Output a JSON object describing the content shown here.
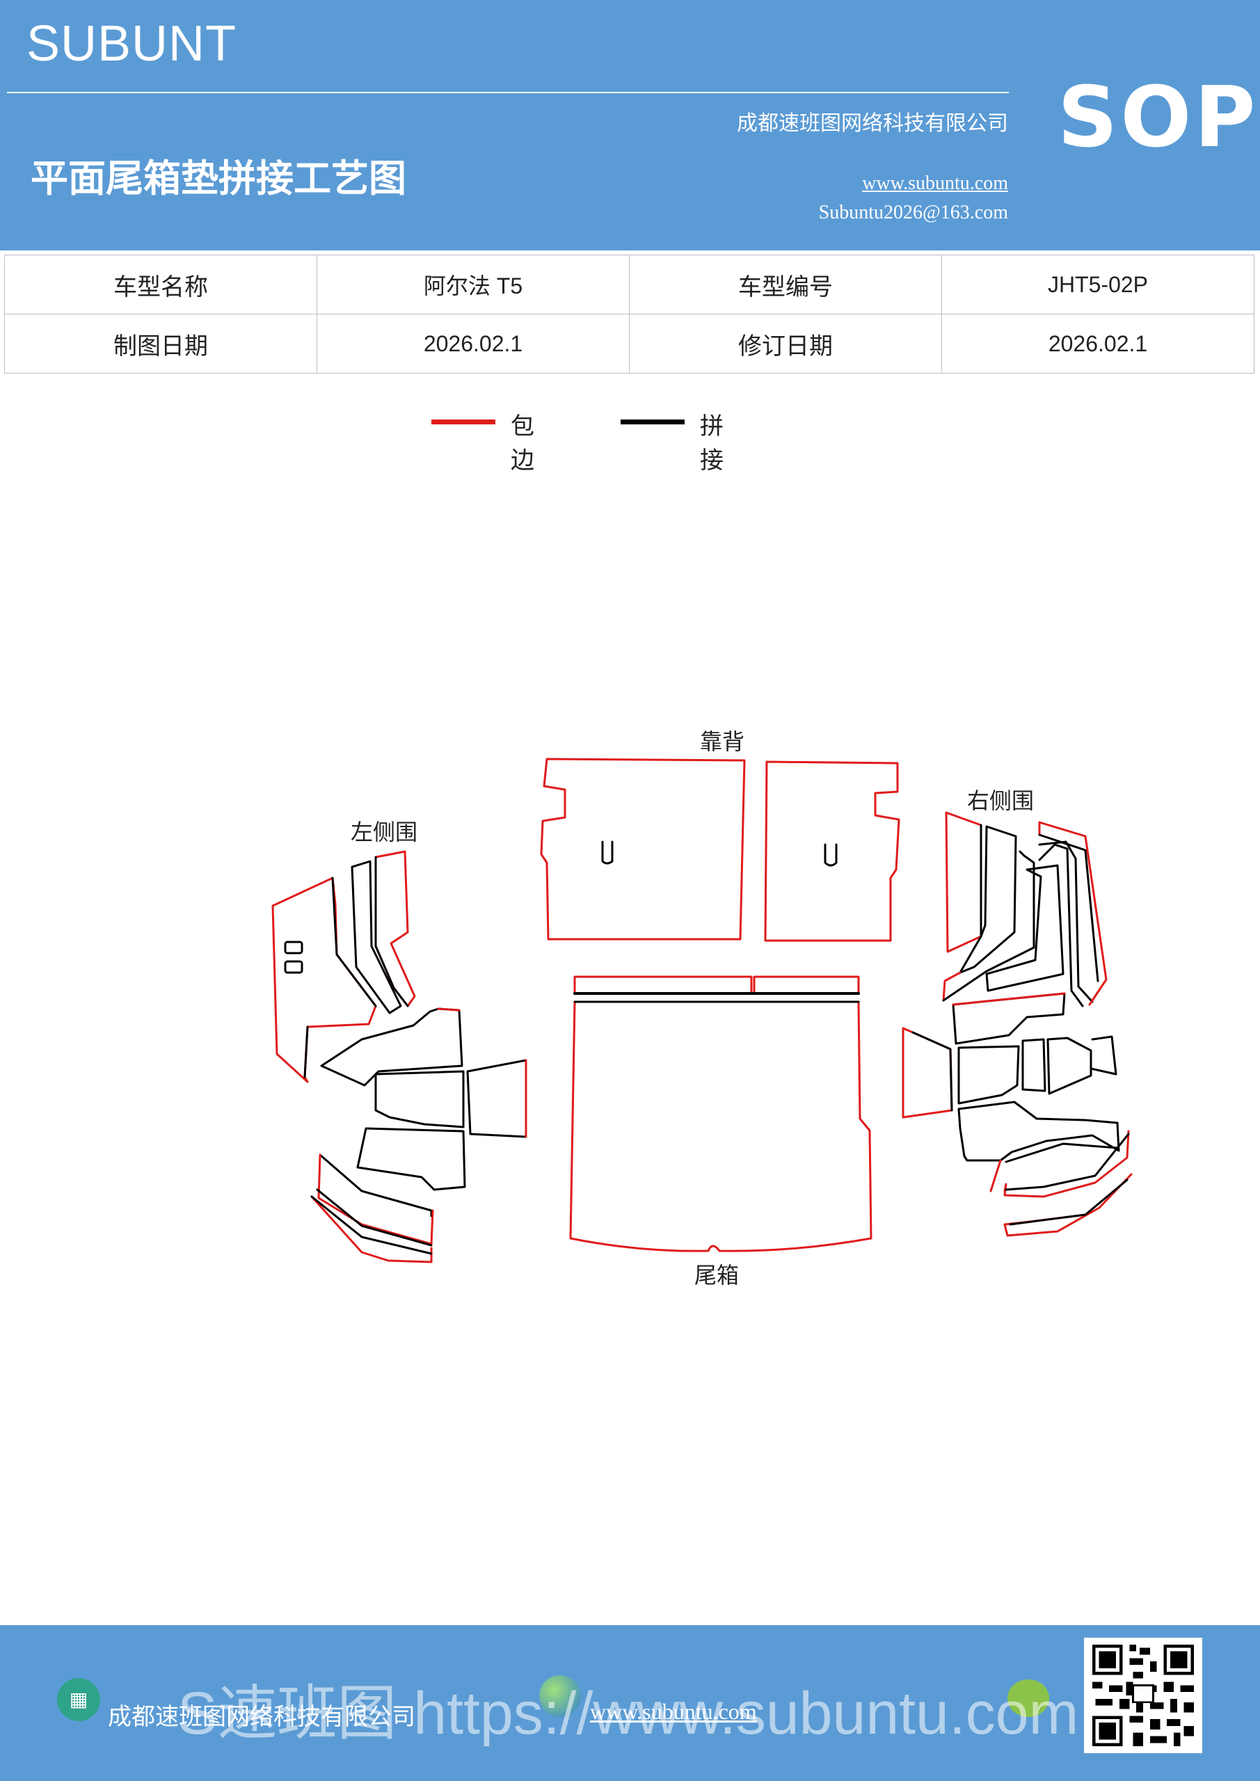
{
  "header": {
    "brand": "SUBUNT",
    "badge": "SOP",
    "title": "平面尾箱垫拼接工艺图",
    "company": "成都速班图网络科技有限公司",
    "website": "www.subuntu.com",
    "email": "Subuntu2026@163.com",
    "bg_color": "#5b9bd5"
  },
  "info_table": {
    "rows": [
      {
        "label1": "车型名称",
        "value1": "阿尔法 T5",
        "label2": "车型编号",
        "value2": "JHT5-02P"
      },
      {
        "label1": "制图日期",
        "value1": "2026.02.1",
        "label2": "修订日期",
        "value2": "2026.02.1"
      }
    ]
  },
  "legend": {
    "items": [
      {
        "label": "包边",
        "color": "#e01b1b"
      },
      {
        "label": "拼接",
        "color": "#000000"
      }
    ]
  },
  "diagram": {
    "labels": {
      "backrest": "靠背",
      "left_side": "左侧围",
      "right_side": "右侧围",
      "trunk": "尾箱"
    },
    "edge_color": "#e01b1b",
    "seam_color": "#000000"
  },
  "footer": {
    "company": "成都速班图网络科技有限公司",
    "website": "www.subuntu.com",
    "watermark": "S速班图 https://www.subuntu.com"
  }
}
